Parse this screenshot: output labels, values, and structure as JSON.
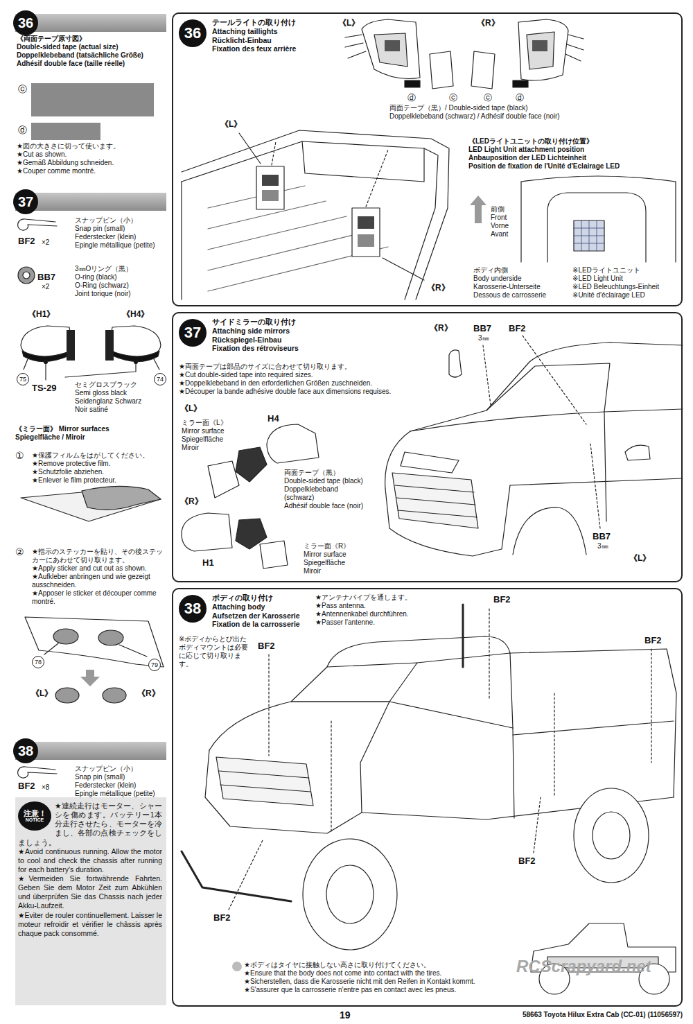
{
  "diagram": {
    "nodes": [
      {
        "text": [
          "36"
        ]
      },
      {
        "text": [
          "37"
        ]
      },
      {
        "text": [
          "38"
        ]
      },
      {
        "text": [
          "注意！",
          "NOTICE",
          "★連続走行はモーター、シャーシを傷めます。バッテリー1本分走行させたら、モーターを冷まし、各部の点検チェックをしましょう。",
          "★Avoid continuous running. Allow the motor to cool and check the chassis after running for each battery's duration.",
          "★Vermeiden Sie fortwährende Fahrten. Geben Sie dem Motor Zeit zum Abkühlen und überprüfen Sie das Chassis nach jeder Akku-Laufzeit.",
          "★Eviter de rouler continuellement. Laisser le moteur refroidir et vérifier le châssis après chaque pack consommé."
        ]
      },
      {
        "text": [
          "36",
          "テールライトの取り付け",
          "Attaching taillights",
          "Rücklicht-Einbau",
          "Fixation des feux arrière"
        ]
      },
      {
        "text": [
          "37",
          "サイドミラーの取り付け",
          "Attaching side mirrors",
          "Rückspiegel-Einbau",
          "Fixation des rétroviseurs"
        ]
      },
      {
        "text": [
          "38",
          "ボディの取り付け",
          "Attaching body",
          "Aufsetzen der Karosserie",
          "Fixation de la carrosserie"
        ]
      }
    ],
    "labels": [
      "《両面テープ原寸図》",
      "Double-sided tape (actual size)",
      "Doppelklebeband (tatsächliche Größe)",
      "Adhésif double face (taille réelle)",
      "ⓒ",
      "ⓓ",
      "★図の大きさに切って使います。",
      "★Cut as shown.",
      "★Gemäß Abbildung schneiden.",
      "★Couper comme montré.",
      "BF2",
      "×2",
      "スナップピン（小）",
      "Snap pin (small)",
      "Federstecker (klein)",
      "Epingle métallique (petite)",
      "BB7",
      "×2",
      "3㎜Oリング（黒）",
      "O-ring (black)",
      "O-Ring (schwarz)",
      "Joint torique (noir)",
      "《H1》",
      "《H4》",
      "75",
      "74",
      "TS-29",
      "セミグロスブラック",
      "Semi gloss black",
      "Seidenglanz Schwarz",
      "Noir satiné",
      "《ミラー面》 Mirror surfaces",
      "Spiegelfläche / Miroir",
      "①",
      "★保護フィルムをはがしてください。",
      "★Remove protective film.",
      "★Schutzfolie abziehen.",
      "★Enlever le film protecteur.",
      "②",
      "★指示のステッカーを貼り、その後ステッカーにあわせて切り取ります。",
      "★Apply sticker and cut out as shown.",
      "★Aufkleber anbringen und wie gezeigt ausschneiden.",
      "★Apposer le sticker et découper comme montré.",
      "78",
      "79",
      "《L》",
      "《R》",
      "BF2",
      "×8",
      "スナップピン（小）",
      "Snap pin (small)",
      "Federstecker (klein)",
      "Epingle métallique (petite)",
      "《L》",
      "《R》",
      "ⓓ",
      "ⓒ",
      "ⓒ",
      "ⓓ",
      "両面テープ（黒）/ Double-sided tape (black)",
      "Doppelklebeband (schwarz) / Adhésif double face (noir)",
      "《L》",
      "《R》",
      "《LEDライトユニットの取り付け位置》",
      "LED Light Unit attachment position",
      "Anbauposition der LED Lichteinheit",
      "Position de fixation de l'Unité d'Eclairage LED",
      "前側",
      "Front",
      "Vorne",
      "Avant",
      "ボディ内側",
      "Body underside",
      "Karosserie-Unterseite",
      "Dessous de carrosserie",
      "※LEDライトユニット",
      "※LED Light Unit",
      "※LED Beleuchtungs-Einheit",
      "※Unité d'éclairage LED",
      "《R》",
      "BB7",
      "3㎜",
      "BF2",
      "★両面テープは部品のサイズに合わせて切り取ります。",
      "★Cut double-sided tape into required sizes.",
      "★Doppelklebeband in den erforderlichen Größen zuschneiden.",
      "★Découper la bande adhésive double face aux dimensions requises.",
      "《L》",
      "ミラー面《L》",
      "Mirror surface",
      "Spiegelfläche",
      "Miroir",
      "H4",
      "《R》",
      "H1",
      "両面テープ（黒）",
      "Double-sided tape (black)",
      "Doppelklebeband (schwarz)",
      "Adhésif double face (noir)",
      "ミラー面《R》",
      "Mirror surface",
      "Spiegelfläche",
      "Miroir",
      "BB7",
      "3㎜",
      "《L》",
      "★アンテナパイプを通します。",
      "★Pass antenna.",
      "★Antennenkabel durchführen.",
      "★Passer l'antenne.",
      "BF2",
      "※ボディからとび出たボディマウントは必要に応じて切り取ります。",
      "BF2",
      "BF2",
      "BF2",
      "BF2",
      "★ボディはタイヤに接触しない高さに取り付けてください。",
      "★Ensure that the body does not come into contact with the tires.",
      "★Sicherstellen, dass die Karosserie nicht mit den Reifen in Kontakt kommt.",
      "★S'assurer que la carrosserie n'entre pas en contact avec les pneus.",
      "19",
      "58663 Toyota Hilux Extra Cab (CC-01) (11056597)",
      "RCScrapyard.net"
    ]
  }
}
